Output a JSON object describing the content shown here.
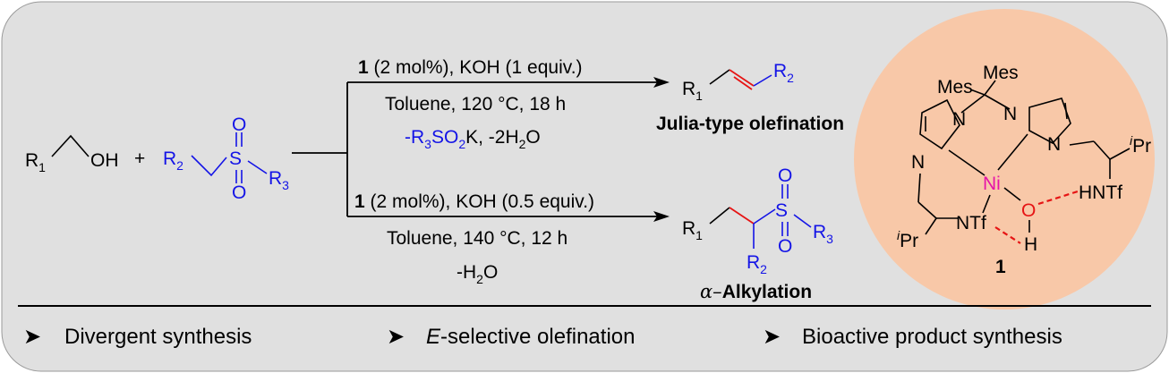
{
  "reactants": {
    "r1_sub": "1",
    "oh": "OH",
    "plus": "+",
    "r2_sub": "2",
    "s": "S",
    "o": "O",
    "r3_sub": "3"
  },
  "upper_route": {
    "catalyst": "1",
    "conditions_top": " (2 mol%), KOH (1 equiv.)",
    "conditions_mid": "Toluene, 120 °C, 18 h",
    "byproduct_a": "-R",
    "byproduct_a_sub": "3",
    "byproduct_b": "SO",
    "byproduct_b_sub": "2",
    "byproduct_c": "K, -2H",
    "byproduct_c_sub": "2",
    "byproduct_d": "O",
    "product_label": "Julia-type olefination"
  },
  "lower_route": {
    "catalyst": "1",
    "conditions_top": " (2 mol%), KOH (0.5 equiv.)",
    "conditions_mid": "Toluene, 140 °C, 12 h",
    "byproduct_a": "-H",
    "byproduct_a_sub": "2",
    "byproduct_b": "O",
    "product_label_greek": "α–",
    "product_label": "Alkylation"
  },
  "catalyst": {
    "mes_left": "Mes",
    "mes_right": "Mes",
    "ni": "Ni",
    "n": "N",
    "ipr_sup": "i",
    "ipr": "Pr",
    "nhtf": "HNTf",
    "ntf": "NTf",
    "o": "O",
    "h": "H",
    "label": "1",
    "circle_color": "#f8c8a8"
  },
  "highlights": [
    {
      "prefix": "",
      "emph": "",
      "text": "Divergent synthesis"
    },
    {
      "prefix": "",
      "emph": "E",
      "text": "-selective olefination"
    },
    {
      "prefix": "",
      "emph": "",
      "text": "Bioactive product synthesis"
    }
  ],
  "colors": {
    "panel": "#e0e0e0",
    "blue": "#1414e6",
    "ni": "#e614a8",
    "hbond": "#e61414"
  }
}
